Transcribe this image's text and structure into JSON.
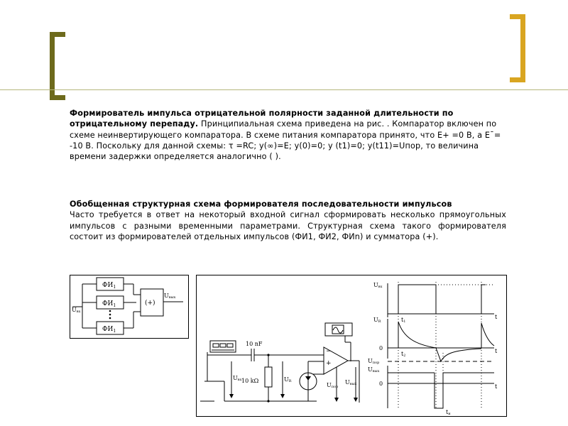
{
  "colors": {
    "gold": "#D9A521",
    "olive": "#6D6A1C",
    "rule": "#B5B77C"
  },
  "section1": {
    "title_line1": "Формирователь импульса отрицательной полярности заданной длительности по",
    "title_line2": " отрицательному  перепаду.",
    "body": " Принципиальная схема приведена на рис. . Компаратор включен по схеме  неинвертирующего компаратора. В схеме питания компаратора принято, что E+ =0 В, а E¯= -10 В. Поскольку для  данной схемы: τ =RC; y(∞)=E; y(0)=0; y (t1)=0; y(t11)=Uпор, то величина времени задержки определяется аналогично (  )."
  },
  "section2": {
    "title": "Обобщенная структурная схема формирователя последовательности импульсов",
    "body": "Часто требуется в ответ на некоторый входной сигнал сформировать несколько прямоугольных импульсов с разными временными параметрами. Структурная схема такого формирователя состоит из формирователей отдельных импульсов (ФИ1, ФИ2, ФИn) и сумматора (+)."
  },
  "diagram1": {
    "fi1": "ФИ",
    "fi_sub": "1",
    "sum": "(+)",
    "uin": "U",
    "uin_sub": "вх",
    "uout": "U",
    "uout_sub": "вых"
  },
  "diagram2": {
    "cap": "10 nF",
    "res": "10 kΩ",
    "u": "U",
    "uvh_sub": "вх",
    "ur_sub": "R",
    "upor_sub": "пор",
    "uvyh_sub": "вых",
    "plus": "+",
    "minus": "−",
    "t": "t",
    "t1": "t",
    "t1_sub": "1",
    "t2": "t",
    "t2_sub": "2",
    "tn": "t",
    "tn_sub": "и",
    "zero": "0"
  }
}
